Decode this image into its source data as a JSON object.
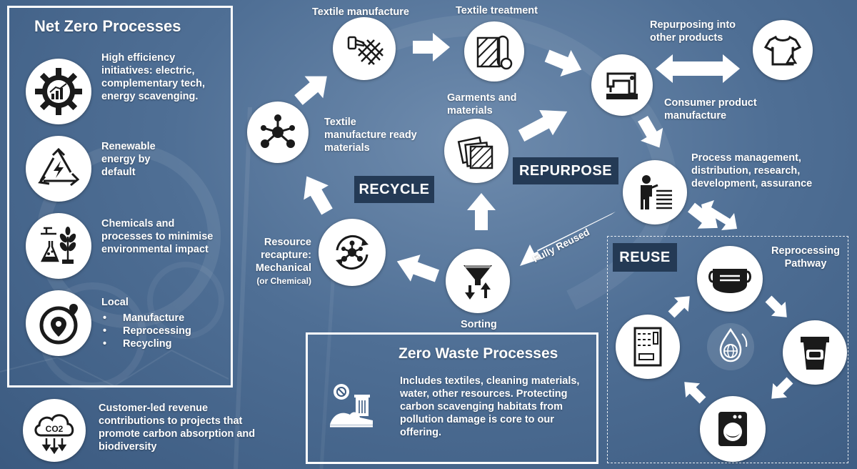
{
  "net_zero": {
    "title": "Net Zero Processes",
    "items": [
      {
        "icon": "gear-chart-icon",
        "text": "High efficiency initiatives: electric, complementary tech, energy scavenging."
      },
      {
        "icon": "recycle-bolt-icon",
        "text": "Renewable energy by default"
      },
      {
        "icon": "chemistry-plant-icon",
        "text": "Chemicals and processes to minimise environmental impact"
      },
      {
        "icon": "location-pin-icon",
        "title": "Local",
        "bullets": [
          "Manufacture",
          "Reprocessing",
          "Recycling"
        ]
      }
    ]
  },
  "carbon": {
    "icon": "co2-cloud-icon",
    "badge": "CO2",
    "text": "Customer-led revenue contributions to projects that promote carbon absorption and biodiversity"
  },
  "zero_waste": {
    "title": "Zero Waste Processes",
    "text": "Includes textiles, cleaning materials, water, other resources. Protecting carbon scavenging habitats from pollution damage is core to our offering."
  },
  "nodes": {
    "textile_manufacture": "Textile manufacture",
    "textile_treatment": "Textile treatment",
    "repurposing": "Repurposing into other products",
    "consumer_product": "Consumer product manufacture",
    "garments": "Garments and materials",
    "ready_materials": "Textile manufacture ready materials",
    "process_management": "Process management, distribution, research, development, assurance",
    "resource_recapture": "Resource recapture:",
    "mechanical": "Mechanical",
    "or_chemical": "(or Chemical)",
    "sorting": "Sorting",
    "reprocessing_pathway": "Reprocessing Pathway",
    "fully_reused": "Fully Reused"
  },
  "tags": {
    "recycle": "RECYCLE",
    "repurpose": "REPURPOSE",
    "reuse": "REUSE"
  },
  "colors": {
    "tag_bg": "#243a55",
    "background": "#4f6f95",
    "icon": "#1a1a1a"
  }
}
